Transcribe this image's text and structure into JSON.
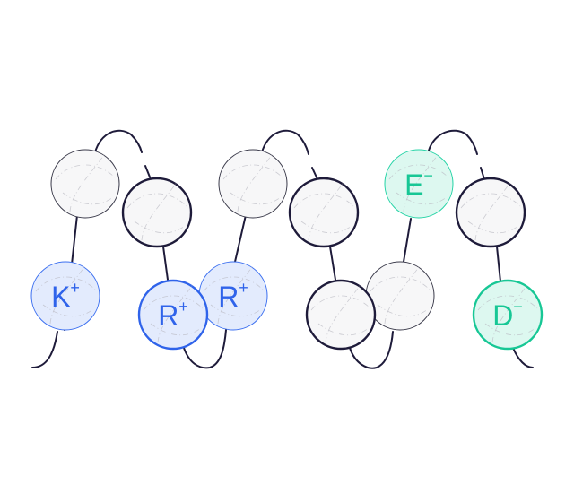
{
  "residues": [
    {
      "id": "n1",
      "kind": "neutral"
    },
    {
      "id": "k",
      "kind": "positive",
      "label": "K",
      "charge": "+"
    },
    {
      "id": "n2",
      "kind": "neutral"
    },
    {
      "id": "r1",
      "kind": "positive",
      "label": "R",
      "charge": "+"
    },
    {
      "id": "r2",
      "kind": "positive",
      "label": "R",
      "charge": "+"
    },
    {
      "id": "n3",
      "kind": "neutral"
    },
    {
      "id": "n4",
      "kind": "neutral"
    },
    {
      "id": "n5",
      "kind": "neutral"
    },
    {
      "id": "n6",
      "kind": "neutral"
    },
    {
      "id": "e",
      "kind": "negative",
      "label": "E",
      "charge": "−"
    },
    {
      "id": "n7",
      "kind": "neutral"
    },
    {
      "id": "d",
      "kind": "negative",
      "label": "D",
      "charge": "−"
    }
  ],
  "colors": {
    "chain": "#1e1b3a",
    "positive": "#2f63ea",
    "negative": "#17c795",
    "neutral_fill": "#f7f7f8"
  }
}
